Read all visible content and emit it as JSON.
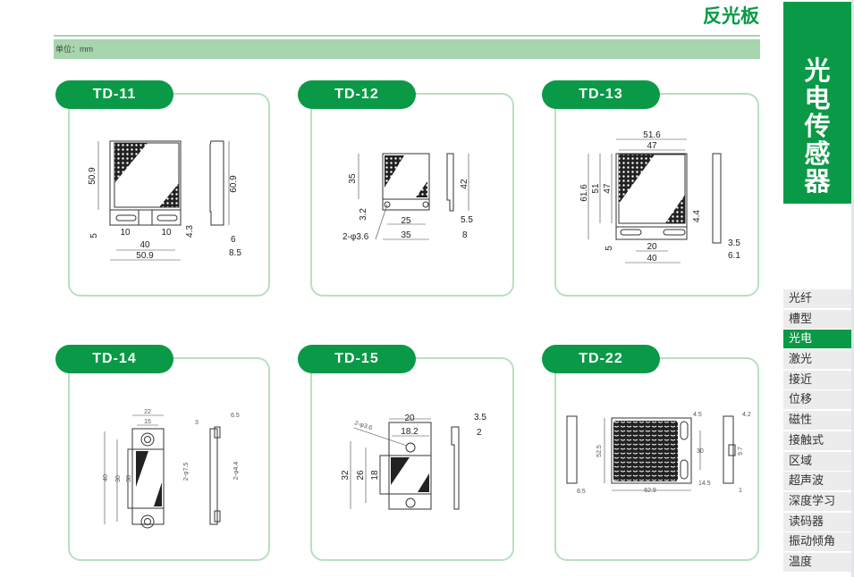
{
  "header": {
    "title": "反光板",
    "unit": "单位：mm"
  },
  "side": {
    "category": [
      "光",
      "电",
      "传",
      "感",
      "器"
    ],
    "nav": [
      {
        "label": "光纤"
      },
      {
        "label": "槽型"
      },
      {
        "label": "光电",
        "active": true
      },
      {
        "label": "激光"
      },
      {
        "label": "接近"
      },
      {
        "label": "位移"
      },
      {
        "label": "磁性"
      },
      {
        "label": "接触式"
      },
      {
        "label": "区域"
      },
      {
        "label": "超声波"
      },
      {
        "label": "深度学习"
      },
      {
        "label": "读码器"
      },
      {
        "label": "振动倾角"
      },
      {
        "label": "温度"
      }
    ]
  },
  "products": [
    {
      "name": "TD-11",
      "dims": [
        "50.9",
        "5",
        "10",
        "10",
        "40",
        "50.9",
        "4.3",
        "60.9",
        "6",
        "8.5"
      ]
    },
    {
      "name": "TD-12",
      "dims": [
        "35",
        "3.2",
        "25",
        "35",
        "2-φ3.6",
        "42",
        "5.5",
        "8"
      ]
    },
    {
      "name": "TD-13",
      "dims": [
        "51.6",
        "47",
        "61.6",
        "51",
        "47",
        "4.4",
        "5",
        "20",
        "40",
        "3.5",
        "6.1"
      ]
    },
    {
      "name": "TD-14",
      "dims": [
        "22",
        "15",
        "40",
        "30",
        "38",
        "2-φ7.5",
        "2-φ4.4",
        "3",
        "6.5"
      ]
    },
    {
      "name": "TD-15",
      "dims": [
        "20",
        "18.2",
        "32",
        "26",
        "18",
        "2-φ3.6",
        "3.5",
        "2"
      ]
    },
    {
      "name": "TD-22",
      "dims": [
        "8.5",
        "52.5",
        "62.9",
        "4.5",
        "30",
        "14.5",
        "4.2",
        "9.7",
        "1"
      ]
    }
  ],
  "colors": {
    "brand": "#0a9a47",
    "light": "#a7d5ae"
  }
}
